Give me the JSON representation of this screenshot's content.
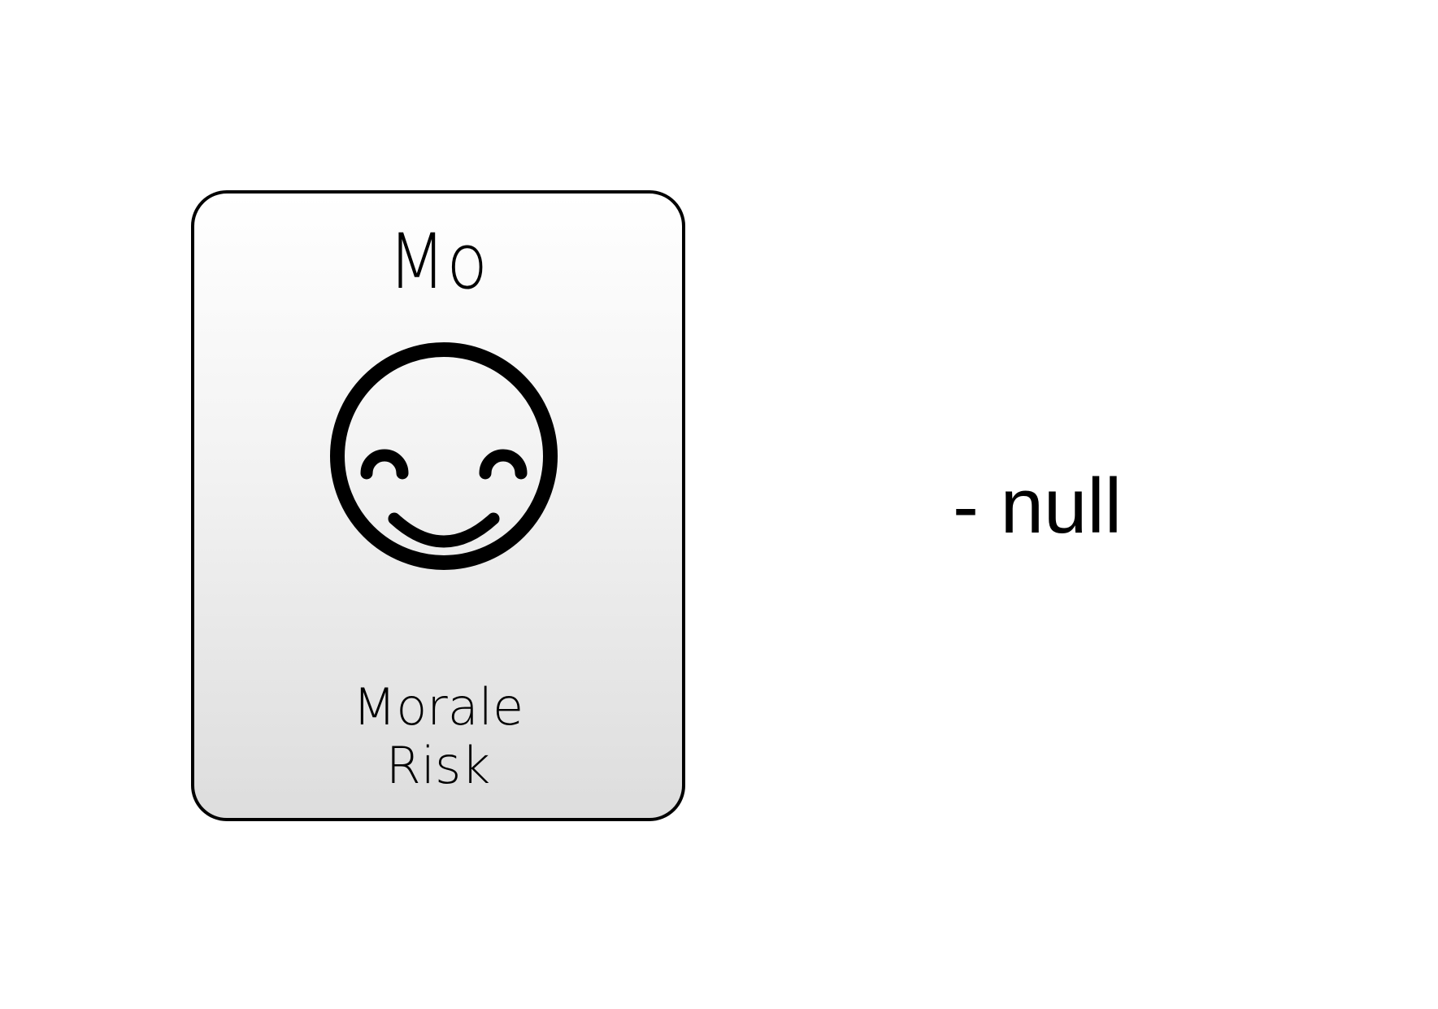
{
  "card": {
    "abbreviation": "Mo",
    "icon": "smiling-face-icon",
    "name_line1": "Morale",
    "name_line2": "Risk"
  },
  "value_text": "- null",
  "colors": {
    "border": "#000000",
    "card_gradient_top": "#ffffff",
    "card_gradient_bottom": "#dddddd",
    "text": "#000000"
  }
}
